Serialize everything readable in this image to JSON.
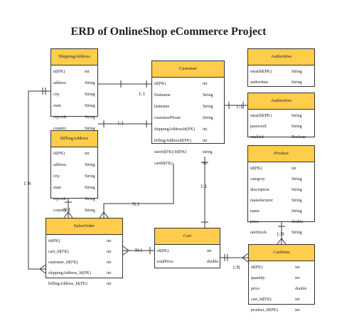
{
  "title": "ERD of OnlineShop eCommerce Project",
  "header_color": "#ffcd4b",
  "entities": {
    "shipping": {
      "name": "ShippingAddress",
      "fields": [
        [
          "id(PK)",
          "int"
        ],
        [
          "address",
          "String"
        ],
        [
          "city",
          "String"
        ],
        [
          "state",
          "String"
        ],
        [
          "zipcode",
          "String"
        ],
        [
          "country",
          "String"
        ]
      ]
    },
    "billing": {
      "name": "BillingAddress",
      "fields": [
        [
          "id(PK)",
          "int"
        ],
        [
          "address",
          "String"
        ],
        [
          "city",
          "String"
        ],
        [
          "state",
          "String"
        ],
        [
          "zipcode",
          "String"
        ],
        [
          "country",
          "String"
        ]
      ]
    },
    "customer": {
      "name": "Customer",
      "fields": [
        [
          "id(PK)",
          "int"
        ],
        [
          "firstname",
          "String"
        ],
        [
          "lastname",
          "String"
        ],
        [
          "customerPhone",
          "String"
        ],
        [
          "shippingAddressId(FK)",
          "int"
        ],
        [
          "billingAddressId(FK)",
          "int"
        ],
        [
          "userId(FK)-Id(FK)",
          "string"
        ],
        [
          "cartId(FK)",
          "int"
        ]
      ]
    },
    "auth1": {
      "name": "Authorities",
      "fields": [
        [
          "emailId(PK)",
          "String"
        ],
        [
          "authorities",
          "String"
        ]
      ]
    },
    "auth2": {
      "name": "Authorities",
      "fields": [
        [
          "emailId(PK)",
          "String"
        ],
        [
          "password",
          "String"
        ],
        [
          "enabled",
          "Boolean"
        ]
      ]
    },
    "product": {
      "name": "Product",
      "fields": [
        [
          "id(PK)",
          "int"
        ],
        [
          "category",
          "String"
        ],
        [
          "description",
          "String"
        ],
        [
          "manufacturer",
          "String"
        ],
        [
          "name",
          "String"
        ],
        [
          "price",
          "double"
        ],
        [
          "unitStock",
          "String"
        ]
      ]
    },
    "salesorder": {
      "name": "SalesOrder",
      "fields": [
        [
          "id(PK)",
          "int"
        ],
        [
          "cart_Id(FK)",
          "int"
        ],
        [
          "customer_Id(FK)",
          "int"
        ],
        [
          "shippingAddress_Id(FK)",
          "int"
        ],
        [
          "billingAddress_Id(FK)",
          "int"
        ]
      ]
    },
    "cart": {
      "name": "Cart",
      "fields": [
        [
          "id(PK)",
          "int"
        ],
        [
          "totalPrice",
          "double"
        ]
      ]
    },
    "cartitem": {
      "name": "CartItem",
      "fields": [
        [
          "id(PK)",
          "int"
        ],
        [
          "quantity",
          "int"
        ],
        [
          "price",
          "double"
        ],
        [
          "cart_Id(FK)",
          "int"
        ],
        [
          "product_Id(FK)",
          "int"
        ]
      ]
    }
  },
  "relationships": {
    "ship_customer": "1:1",
    "bill_customer": "1:1",
    "customer_auth": "1:1",
    "customer_cart": "1:1",
    "customer_order": "N:1",
    "cart_order": "N:1",
    "address_order": "1:N",
    "cart_cartitem": "1:N",
    "product_cartitem": "1:N",
    "billing_order": "N:1"
  }
}
